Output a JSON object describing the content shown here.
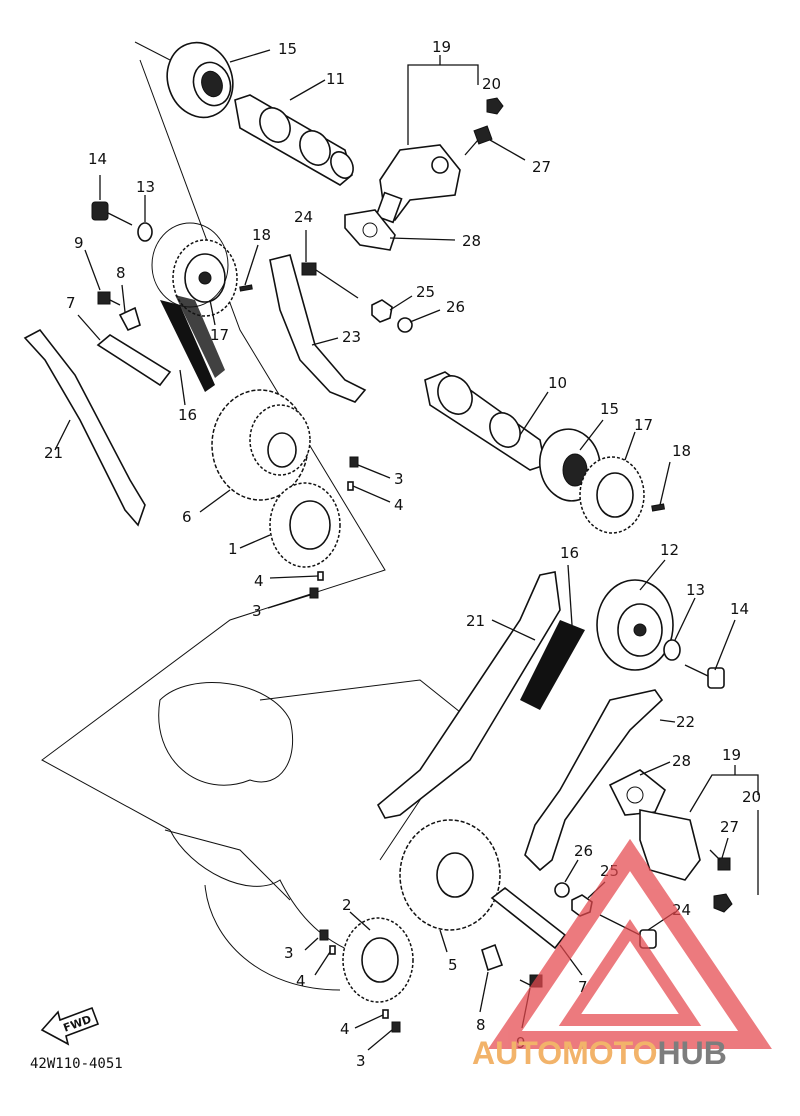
{
  "diagram_code": "42W110-4051",
  "fwd_label": "FWD",
  "watermark": {
    "brand_a": "AUTOMOTO",
    "brand_b": "HUB",
    "color_triangle": "#e5484d",
    "color_a": "#f2b36a",
    "color_b": "#7d7d7d"
  },
  "labels": {
    "upper": [
      "15",
      "11",
      "19",
      "20",
      "27",
      "14",
      "13",
      "28",
      "24",
      "18",
      "9",
      "8",
      "25",
      "26",
      "7",
      "17",
      "23",
      "16",
      "21",
      "10",
      "15",
      "17",
      "18",
      "3",
      "4",
      "6",
      "1",
      "4",
      "3"
    ],
    "lower": [
      "16",
      "12",
      "13",
      "14",
      "21",
      "22",
      "28",
      "19",
      "20",
      "27",
      "26",
      "25",
      "24",
      "2",
      "3",
      "4",
      "5",
      "8",
      "9",
      "7",
      "4",
      "3"
    ]
  }
}
